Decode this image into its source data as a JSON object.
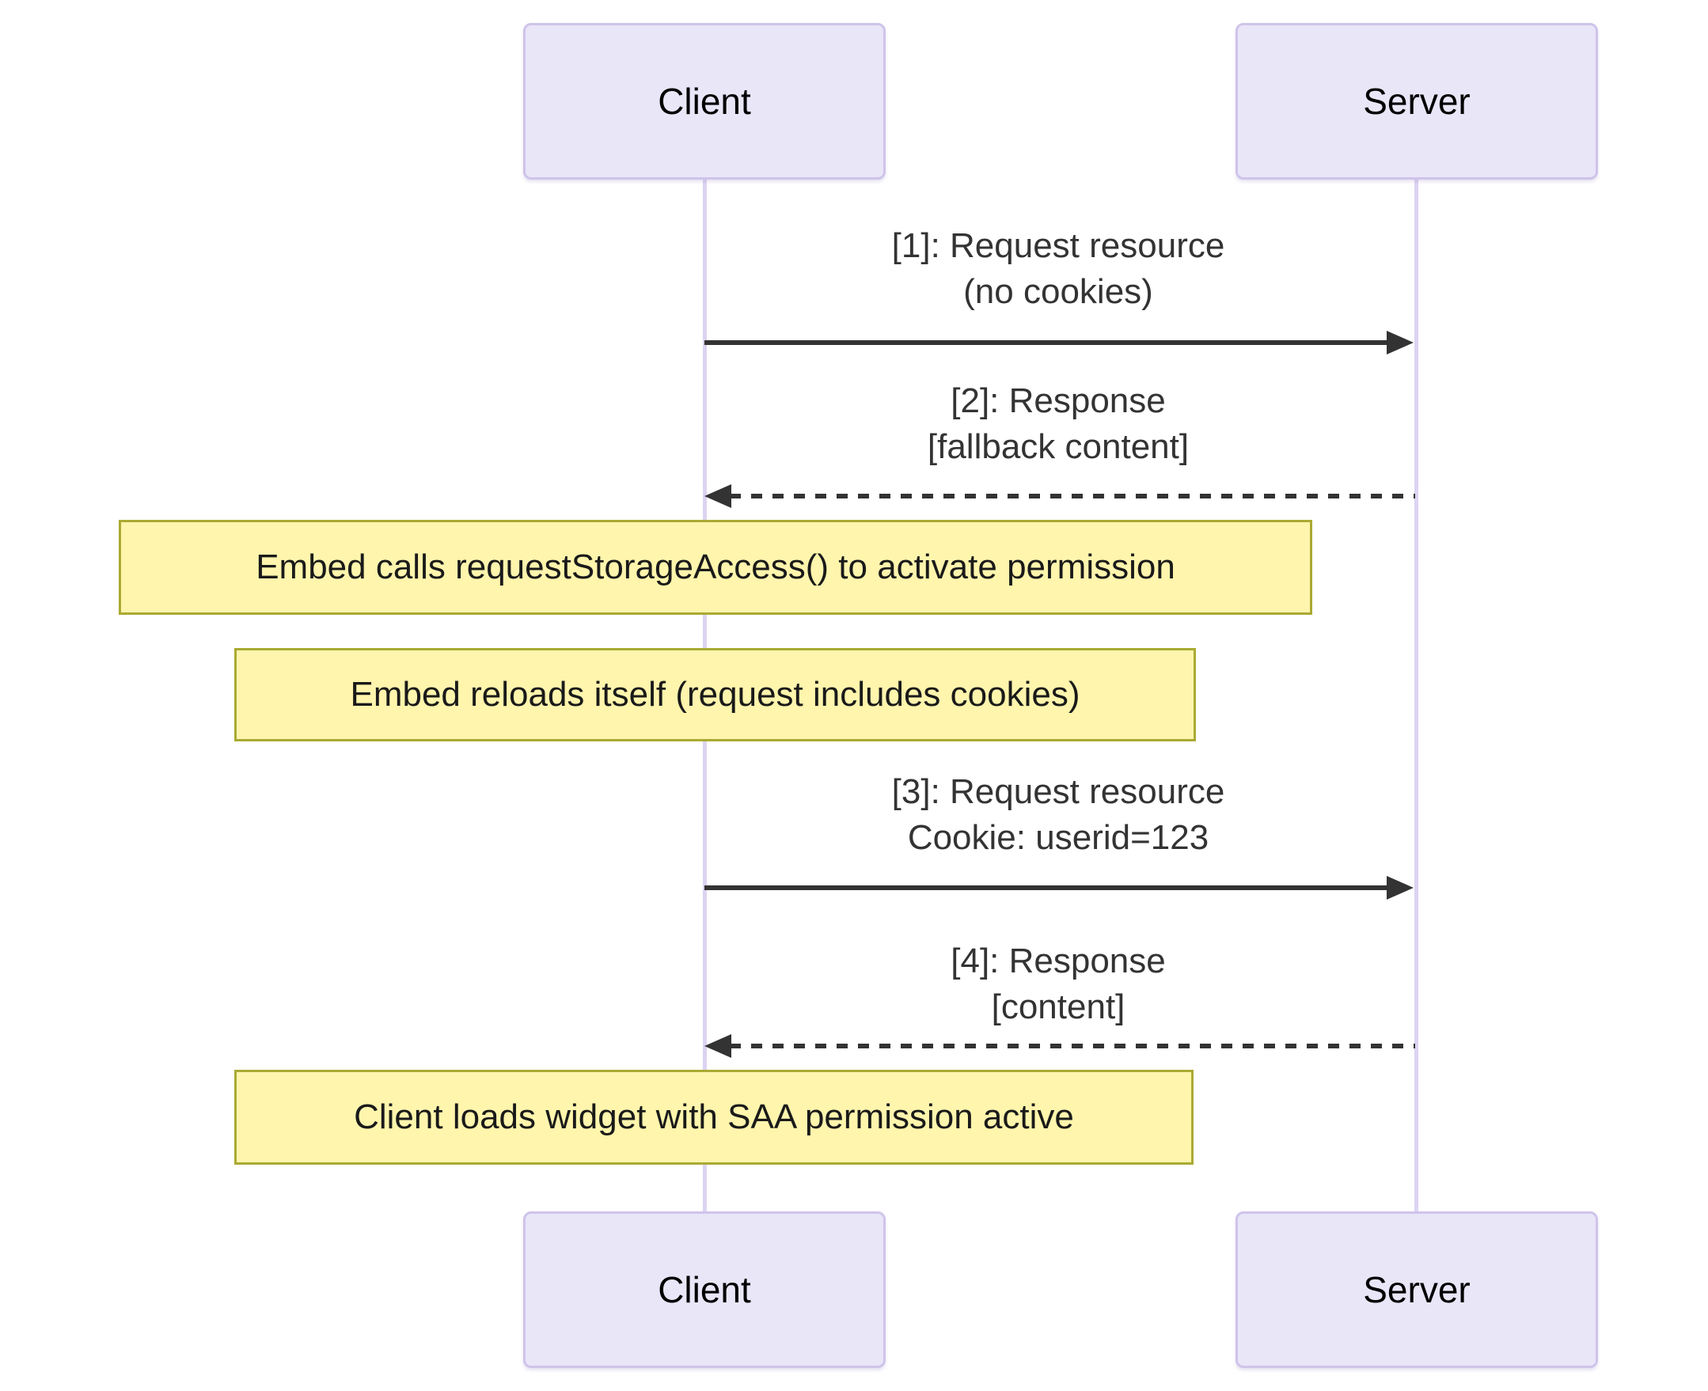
{
  "diagram_type": "sequence-diagram",
  "actors": [
    {
      "id": "client",
      "label": "Client"
    },
    {
      "id": "server",
      "label": "Server"
    }
  ],
  "messages": [
    {
      "seq": 1,
      "from": "client",
      "to": "server",
      "style": "solid",
      "line1": "[1]: Request resource",
      "line2": "(no cookies)"
    },
    {
      "seq": 2,
      "from": "server",
      "to": "client",
      "style": "dashed",
      "line1": "[2]: Response",
      "line2": "[fallback content]"
    },
    {
      "seq": 3,
      "from": "client",
      "to": "server",
      "style": "solid",
      "line1": "[3]: Request resource",
      "line2": "Cookie: userid=123"
    },
    {
      "seq": 4,
      "from": "server",
      "to": "client",
      "style": "dashed",
      "line1": "[4]: Response",
      "line2": "[content]"
    }
  ],
  "notes": [
    {
      "over": "client",
      "text": "Embed calls requestStorageAccess() to activate permission"
    },
    {
      "over": "client",
      "text": "Embed reloads itself (request includes cookies)"
    },
    {
      "over": "client",
      "text": "Client loads widget with SAA permission active"
    }
  ],
  "colors": {
    "actor_fill": "#e9e6f8",
    "actor_border": "#cfc4ea",
    "lifeline": "#dcd3f2",
    "note_fill": "#fff5ad",
    "note_border": "#aaaa33",
    "message_color": "#333333",
    "text_color": "#1a1a1a",
    "background": "#ffffff"
  }
}
